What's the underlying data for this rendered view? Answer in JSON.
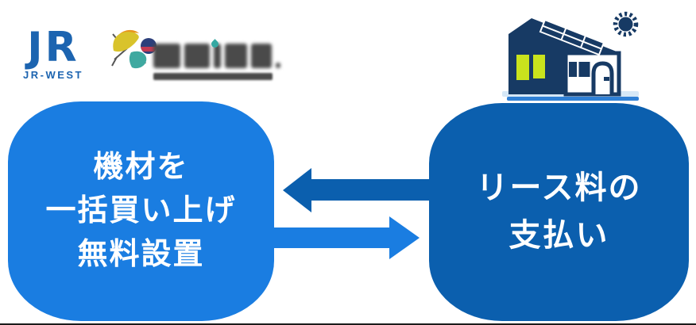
{
  "page": {
    "background": "#ffffff",
    "bottom_divider_color": "#1b1b1b"
  },
  "header": {
    "jr_logo": {
      "mark": "JR",
      "label": "JR-WEST",
      "color": "#1c64b0"
    },
    "partner_logo": {
      "icon": "bird-leaf-logo",
      "droplet_icon": "water-drop-icon",
      "wordmark_color": "#4a4a4a"
    },
    "house": {
      "icon": "house-with-solar-panel",
      "sun_icon": "sun",
      "body_color": "#173a64",
      "window_color": "#c9e31d",
      "ground_colors": [
        "#d6e8f7",
        "#2f80d6"
      ]
    }
  },
  "diagram": {
    "left_bubble": {
      "lines": [
        "機材を",
        "一括買い上げ",
        "無料設置"
      ],
      "fill": "#1a7de1",
      "text_color": "#ffffff"
    },
    "right_bubble": {
      "lines": [
        "リース料の",
        "支払い"
      ],
      "fill": "#0b5fae",
      "text_color": "#ffffff"
    },
    "arrow_left": {
      "direction": "left",
      "from": "right-bubble",
      "to": "left-bubble",
      "fill": "#0b5fae"
    },
    "arrow_right": {
      "direction": "right",
      "from": "left-bubble",
      "to": "right-bubble",
      "fill": "#1a7de1"
    }
  }
}
